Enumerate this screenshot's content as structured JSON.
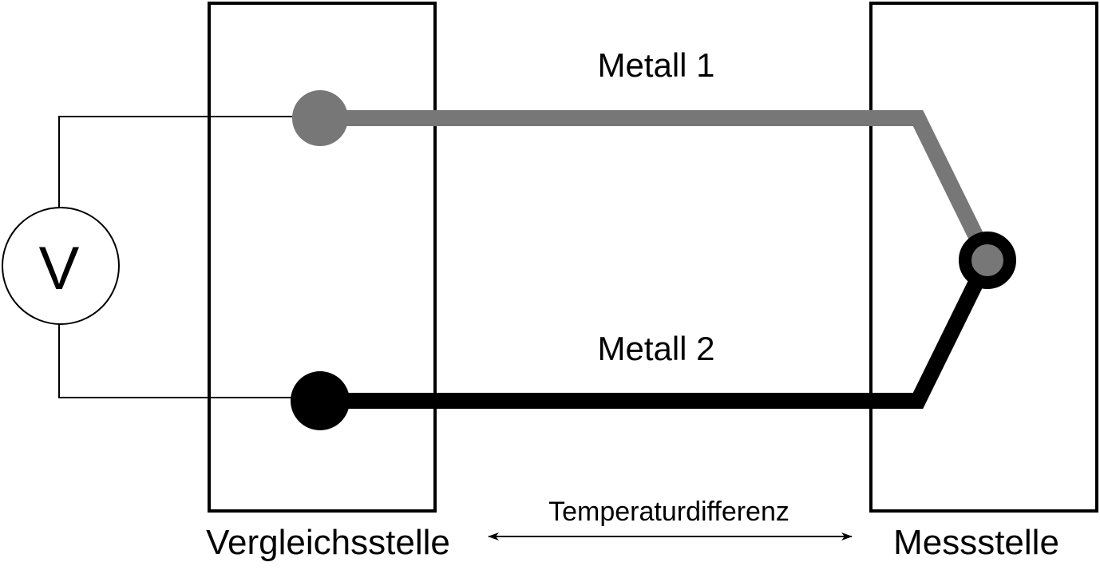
{
  "labels": {
    "metal1": "Metall 1",
    "metal2": "Metall 2",
    "voltmeter": "V",
    "reference_junction": "Vergleichsstelle",
    "measuring_junction": "Messstelle",
    "temperature_difference": "Temperaturdifferenz"
  },
  "colors": {
    "metal1": "#777777",
    "metal2": "#000000",
    "lines": "#000000",
    "background": "#ffffff"
  }
}
